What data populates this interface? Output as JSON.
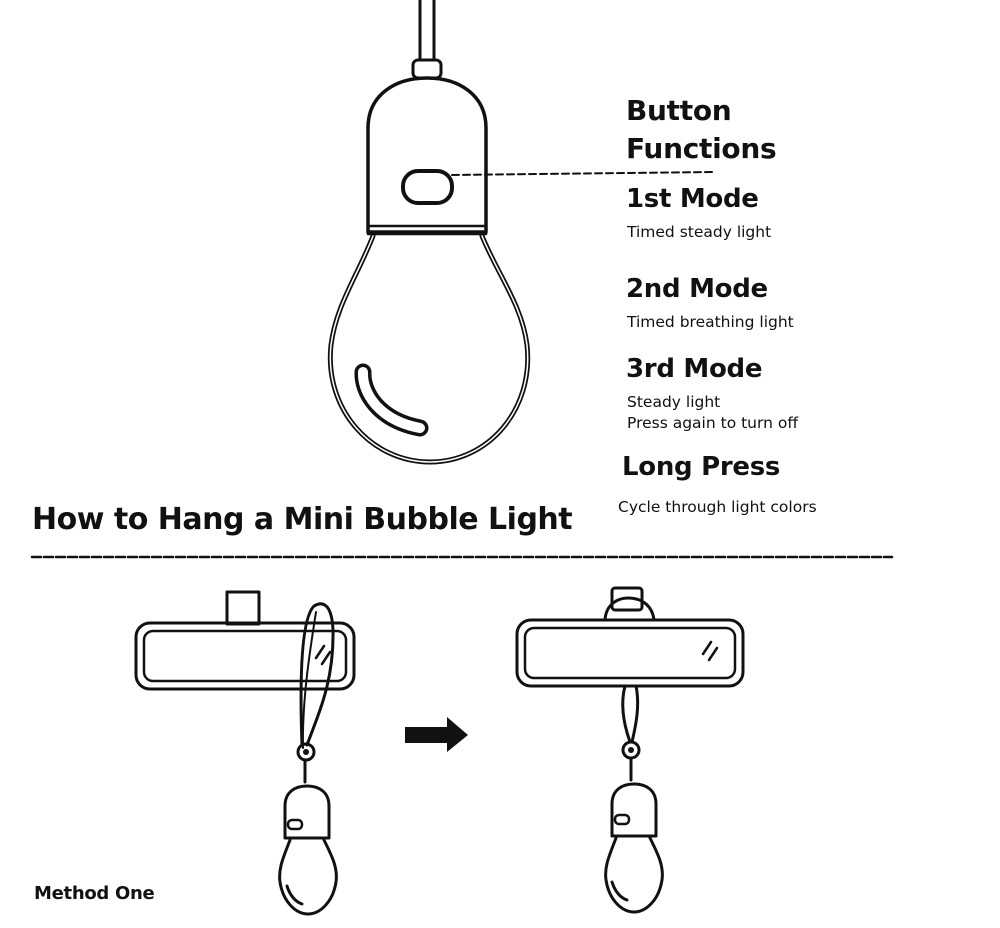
{
  "button_functions": {
    "title_line1": "Button",
    "title_line2": "Functions",
    "modes": [
      {
        "name": "1st Mode",
        "lines": [
          "Timed steady light"
        ]
      },
      {
        "name": "2nd Mode",
        "lines": [
          "Timed breathing light"
        ]
      },
      {
        "name": "3rd Mode",
        "lines": [
          "Steady light",
          "Press again to turn off"
        ]
      },
      {
        "name": "Long Press",
        "lines": [
          "Cycle through light colors"
        ]
      }
    ]
  },
  "hang_section": {
    "title": "How to Hang a Mini Bubble Light",
    "method_label": "Method One"
  },
  "icons": [
    "bulb-illustration",
    "arrow-right-icon",
    "rearview-mirror-icon"
  ],
  "colors": {
    "ink": "#111111",
    "background": "#ffffff"
  }
}
